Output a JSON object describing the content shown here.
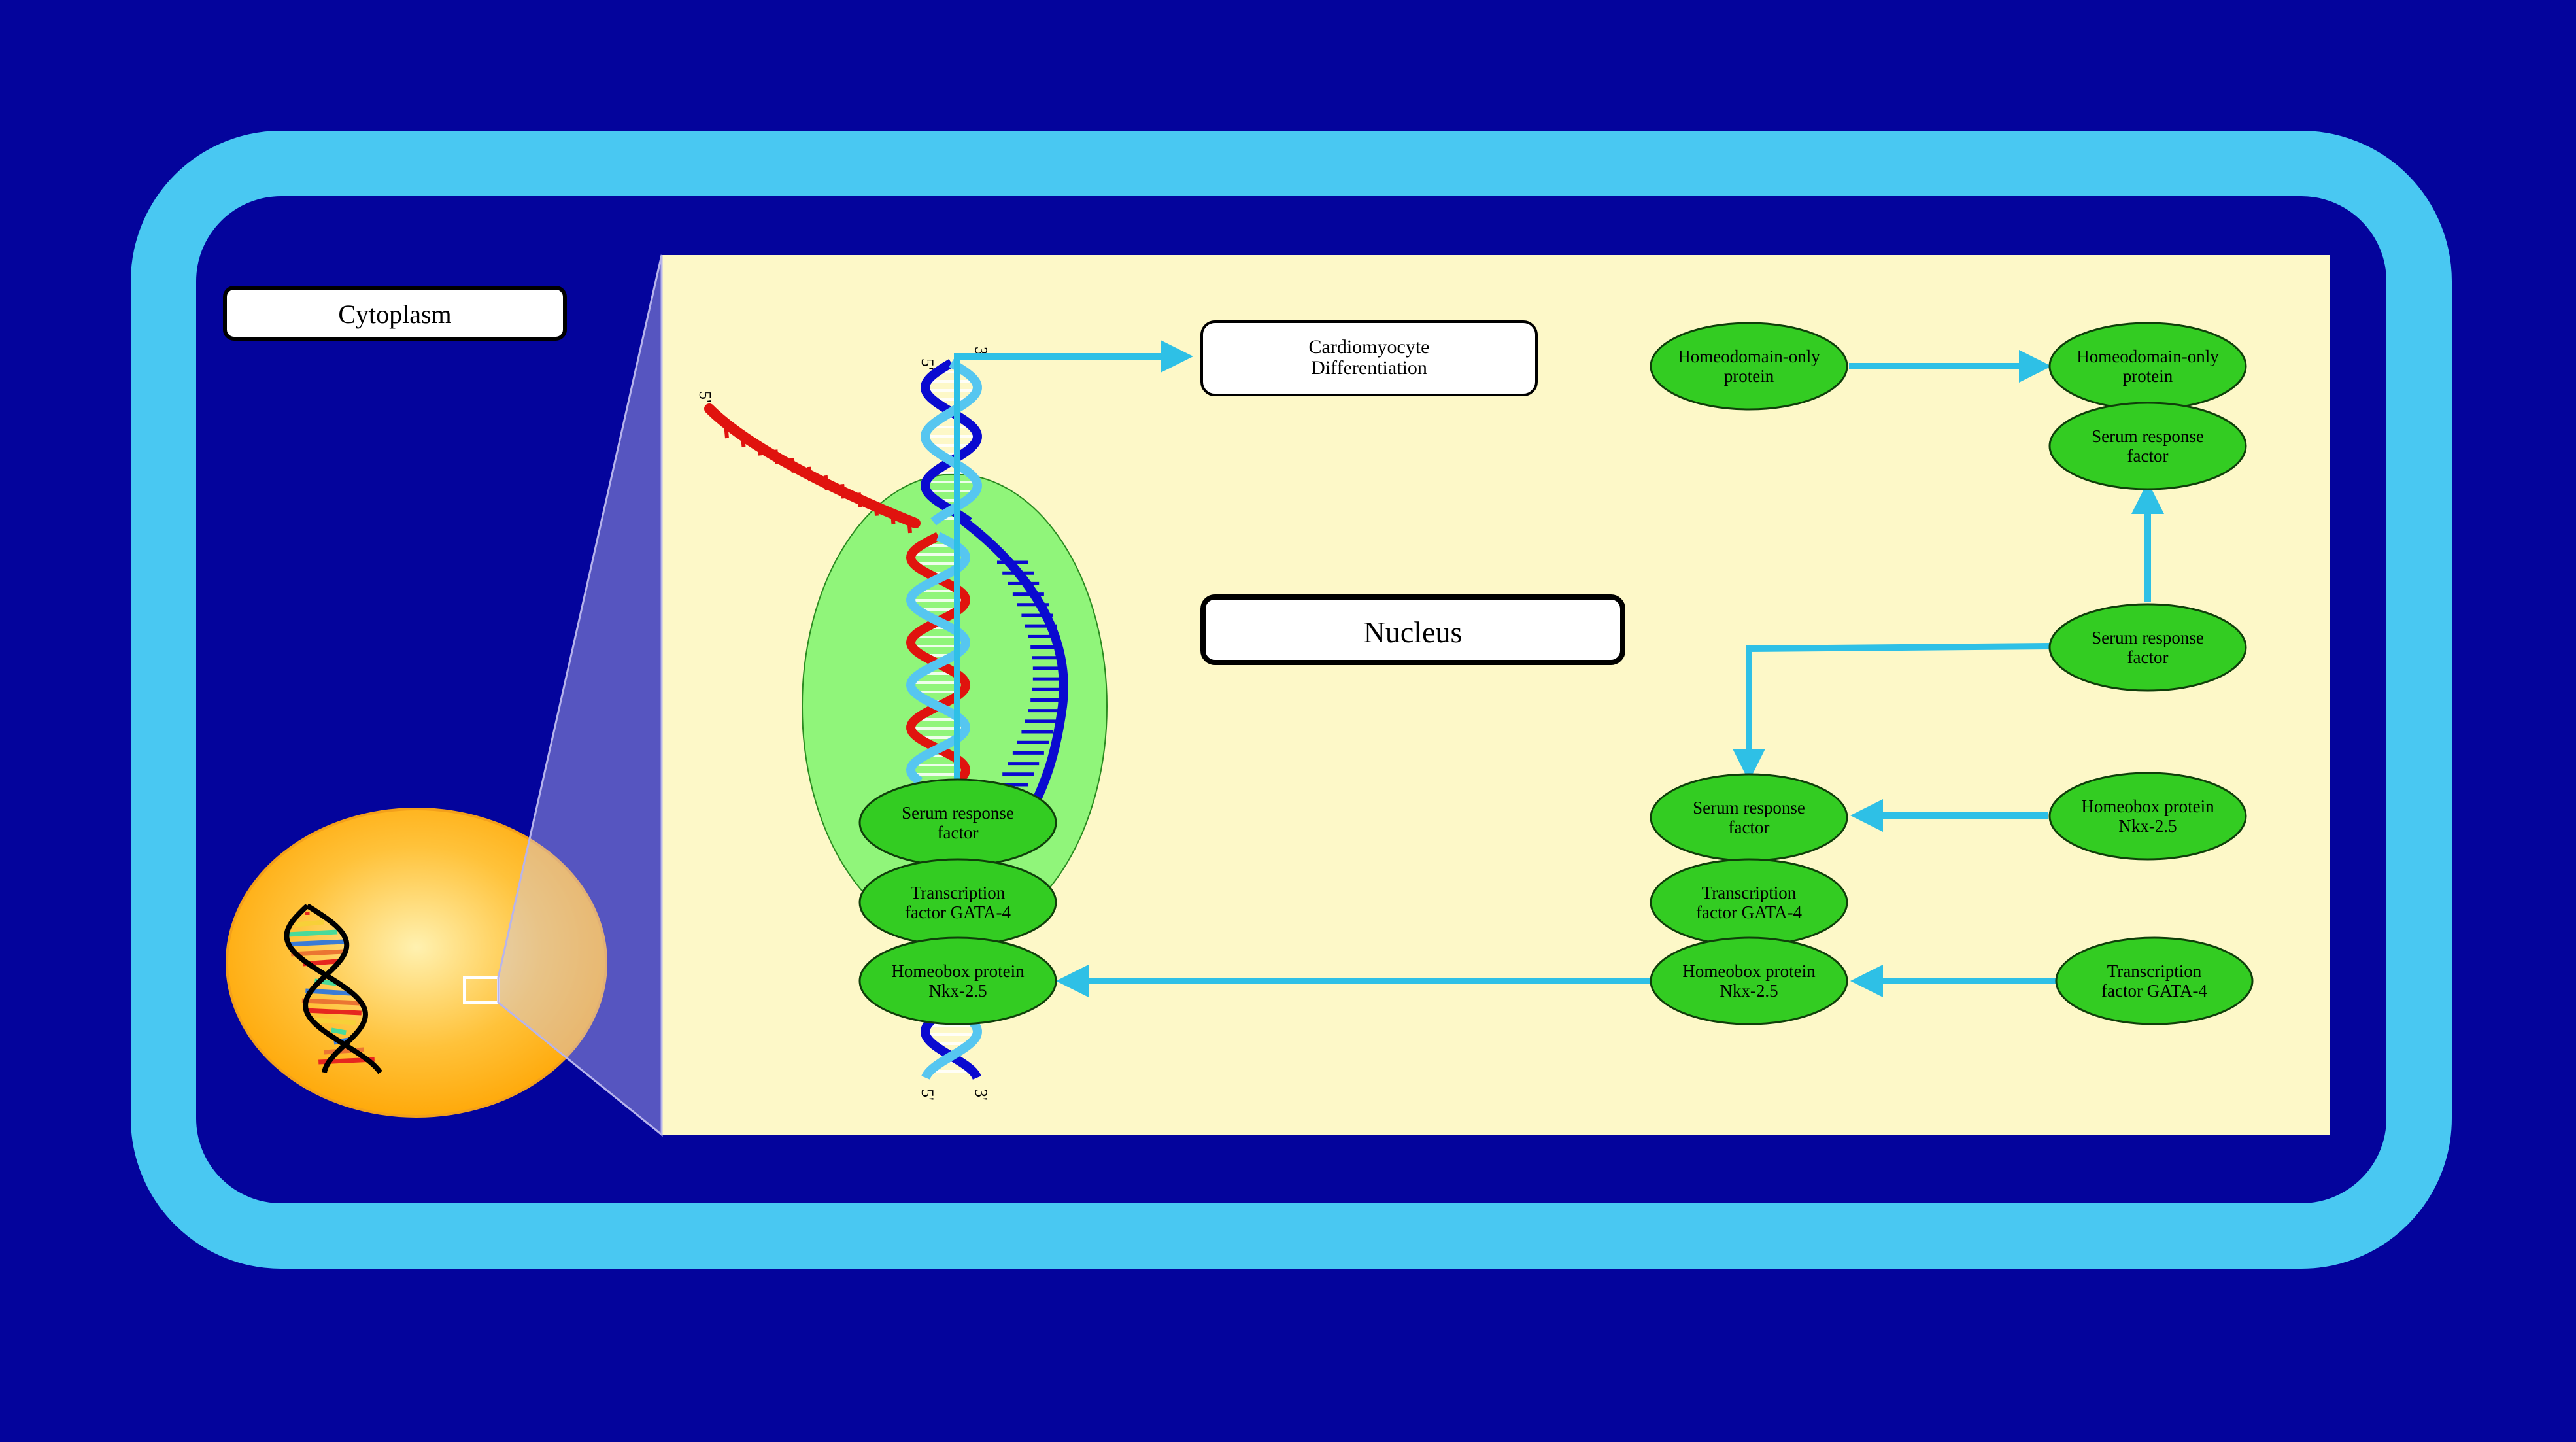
{
  "colors": {
    "background": "#04049c",
    "cell_membrane": "#49c8f2",
    "nucleus_panel": "#fdf8c8",
    "nucleus_cell": "#ffb31a",
    "protein_fill": "#33cc22",
    "protein_halo": "#90f57a",
    "arrow": "#2ec0e6",
    "dna_dark": "#0a0ad0",
    "dna_light": "#56c6f0",
    "rna": "#e0130e"
  },
  "labels": {
    "cytoplasm": "Cytoplasm",
    "nucleus": "Nucleus",
    "outcome_line1": "Cardiomyocyte",
    "outcome_line2": "Differentiation"
  },
  "strand_ends": {
    "top_5": "5'",
    "top_3": "3'",
    "bottom_5": "5'",
    "bottom_3": "3'",
    "rna_5": "5'"
  },
  "proteins": {
    "complex_srf": [
      "Serum response",
      "factor"
    ],
    "complex_gata4": [
      "Transcription",
      "factor GATA-4"
    ],
    "complex_nkx": [
      "Homeobox protein",
      "Nkx-2.5"
    ],
    "hop_source": [
      "Homeodomain-only",
      "protein"
    ],
    "hop_target": [
      "Homeodomain-only",
      "protein"
    ],
    "srf_in_hop_complex": [
      "Serum response",
      "factor"
    ],
    "srf_source": [
      "Serum response",
      "factor"
    ],
    "mid_srf": [
      "Serum response",
      "factor"
    ],
    "mid_gata4": [
      "Transcription",
      "factor GATA-4"
    ],
    "mid_nkx": [
      "Homeobox protein",
      "Nkx-2.5"
    ],
    "nkx_source": [
      "Homeobox protein",
      "Nkx-2.5"
    ],
    "gata4_source": [
      "Transcription",
      "factor GATA-4"
    ]
  }
}
